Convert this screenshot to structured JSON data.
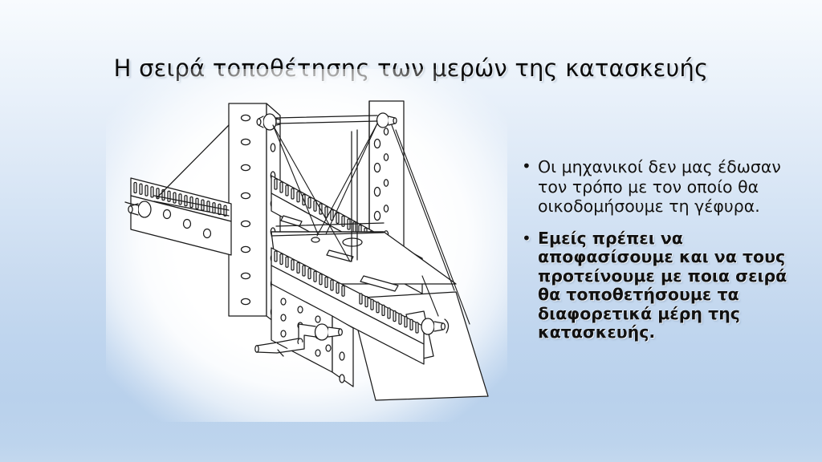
{
  "slide": {
    "title": "Η σειρά τοποθέτησης των μερών της κατασκευής",
    "background": {
      "top_color": "#f8fbfe",
      "bottom_color": "#bdd4ed",
      "type": "vertical-gradient"
    }
  },
  "body": {
    "bullets": [
      {
        "text": "Οι μηχανικοί δεν μας έδωσαν τον τρόπο με τον οποίο θα οικοδομήσουμε τη γέφυρα.",
        "bold": false,
        "marker": "•"
      },
      {
        "text": "Εμείς πρέπει να αποφασίσουμε και να τους προτείνουμε με ποια σειρά θα τοποθετήσουμε τα διαφορετικά μέρη της κατασκευής.",
        "bold": true,
        "marker": "•"
      }
    ]
  },
  "illustration": {
    "name": "bridge-assembly-line-drawing",
    "description": "Ισομετρικό γραμμικό σχέδιο κατασκευής γέφυρας από διάτρητες μεταλλικές δοκούς, κατακόρυφες κολώνες με οπές, διαγώνιους τένοντες, κοχλίες και μανιβέλα",
    "stroke_color": "#1a1a1a",
    "fill_color": "#ffffff"
  },
  "colors": {
    "title_text": "#0b0b0b",
    "body_text": "#111111",
    "picture_backdrop": "#ffffff"
  }
}
